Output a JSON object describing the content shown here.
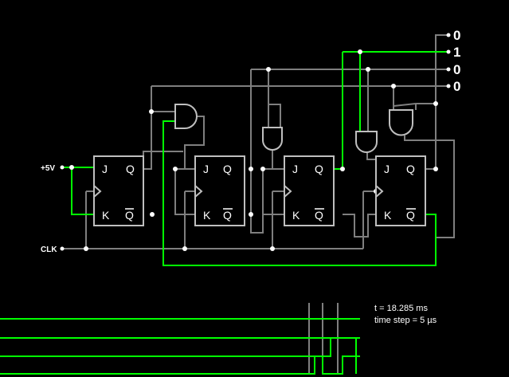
{
  "inputs": {
    "vcc_label": "+5V",
    "clk_label": "CLK"
  },
  "outputs": [
    "0",
    "1",
    "0",
    "0"
  ],
  "flipflop_pins": {
    "j": "J",
    "k": "K",
    "q": "Q",
    "qbar": "Q"
  },
  "scope": {
    "time_text": "t = 18.285 ms",
    "step_text": "time step = 5 µs"
  },
  "colors": {
    "background": "#000000",
    "wire_idle": "#7f7f7f",
    "wire_active": "#00ff00",
    "component": "#bfbfbf",
    "text": "#ffffff"
  }
}
